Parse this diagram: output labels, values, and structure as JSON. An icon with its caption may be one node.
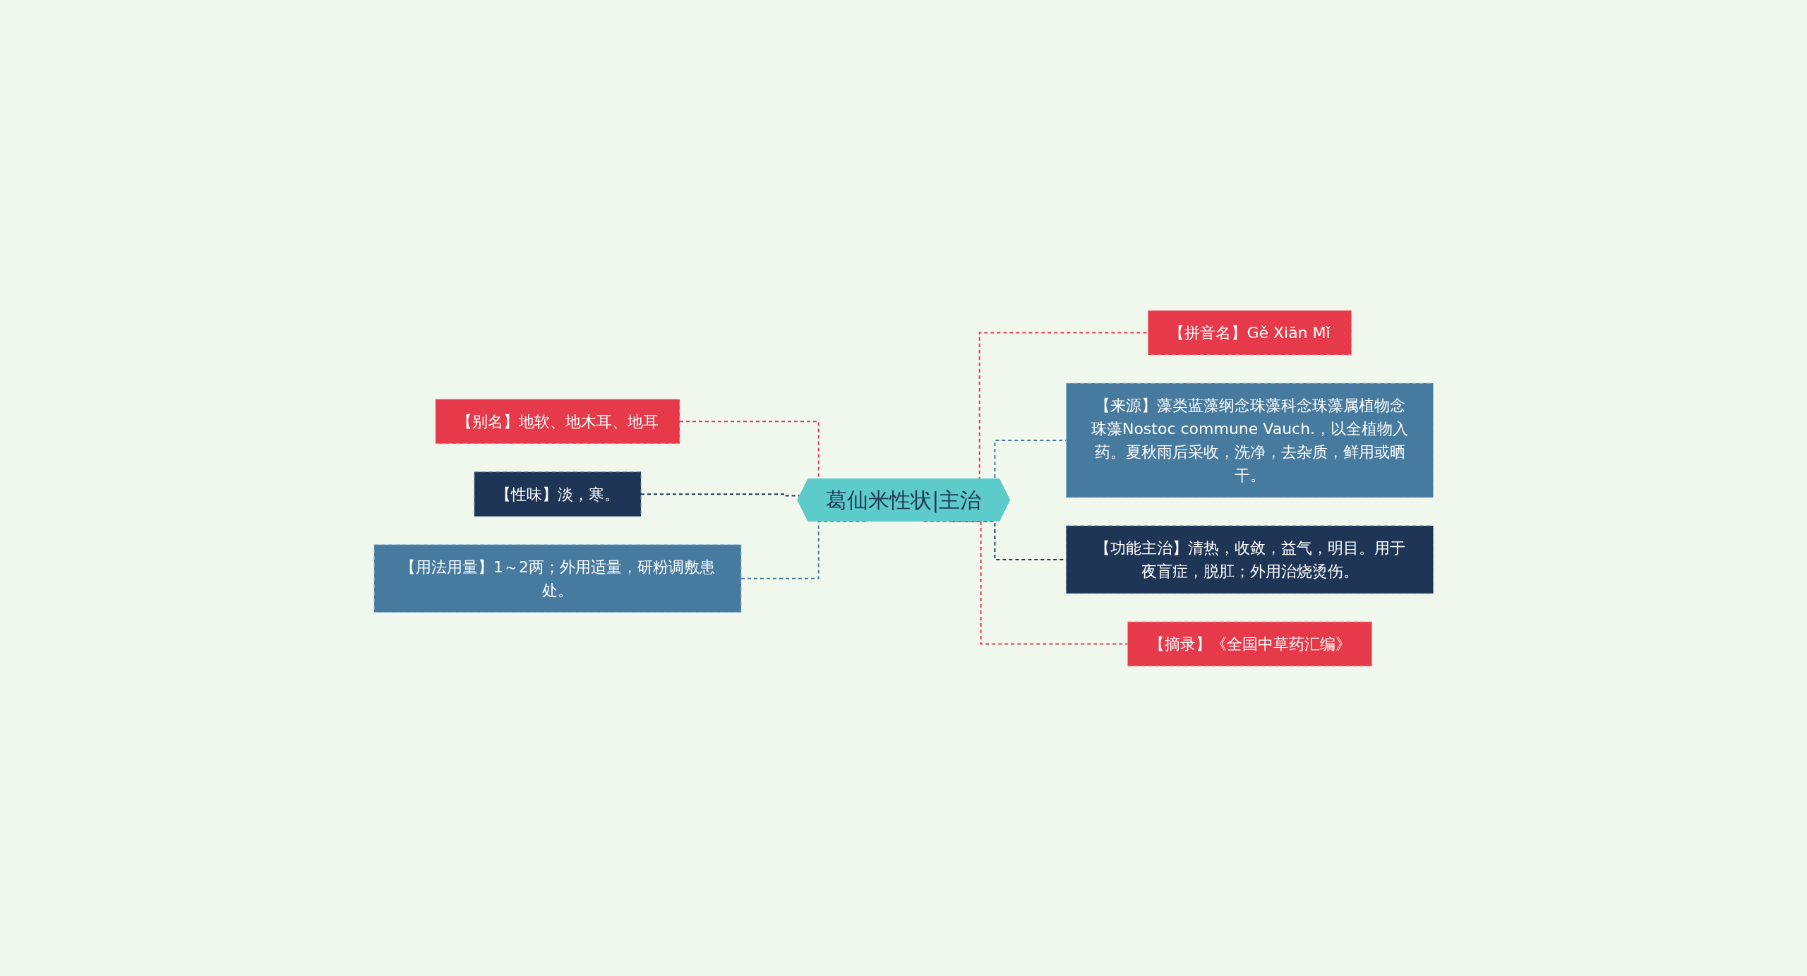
{
  "diagram": {
    "nodes": [
      {
        "text": [
          "葛仙米性状|主治"
        ]
      },
      {
        "text": [
          "【别名】地软、地木耳、地耳"
        ]
      },
      {
        "text": [
          "【性味】淡，寒。"
        ]
      },
      {
        "text": [
          "【用法用量】1～2两；外用适量，研粉调敷患处。"
        ]
      },
      {
        "text": [
          "【拼音名】Gě Xiān Mǐ"
        ]
      },
      {
        "text": [
          "【来源】藻类蓝藻纲念珠藻科念珠藻属植物念珠藻Nostoc commune Vauch.，以全植物入药。夏秋雨后采收，洗净，去杂质，鲜用或晒干。"
        ]
      },
      {
        "text": [
          "【功能主治】清热，收敛，益气，明目。用于夜盲症，脱肛；外用治烧烫伤。"
        ]
      },
      {
        "text": [
          "【摘录】《全国中草药汇编》"
        ]
      }
    ],
    "edges": [
      {
        "from": 1,
        "to": 0,
        "arrow": "none",
        "style": "dashed"
      },
      {
        "from": 2,
        "to": 0,
        "arrow": "none",
        "style": "dashed",
        "color": "#1e3556"
      },
      {
        "from": 3,
        "to": 0,
        "arrow": "none",
        "style": "dashed",
        "color": "#467a9e"
      },
      {
        "from": 0,
        "to": 4,
        "arrow": "none",
        "style": "dashed"
      },
      {
        "from": 0,
        "to": 5,
        "arrow": "none",
        "style": "dashed",
        "color": "#467a9e"
      },
      {
        "from": 0,
        "to": 6,
        "arrow": "none",
        "style": "dashed",
        "color": "#1e3556"
      },
      {
        "from": 0,
        "to": 7,
        "arrow": "none",
        "style": "dashed"
      }
    ]
  }
}
